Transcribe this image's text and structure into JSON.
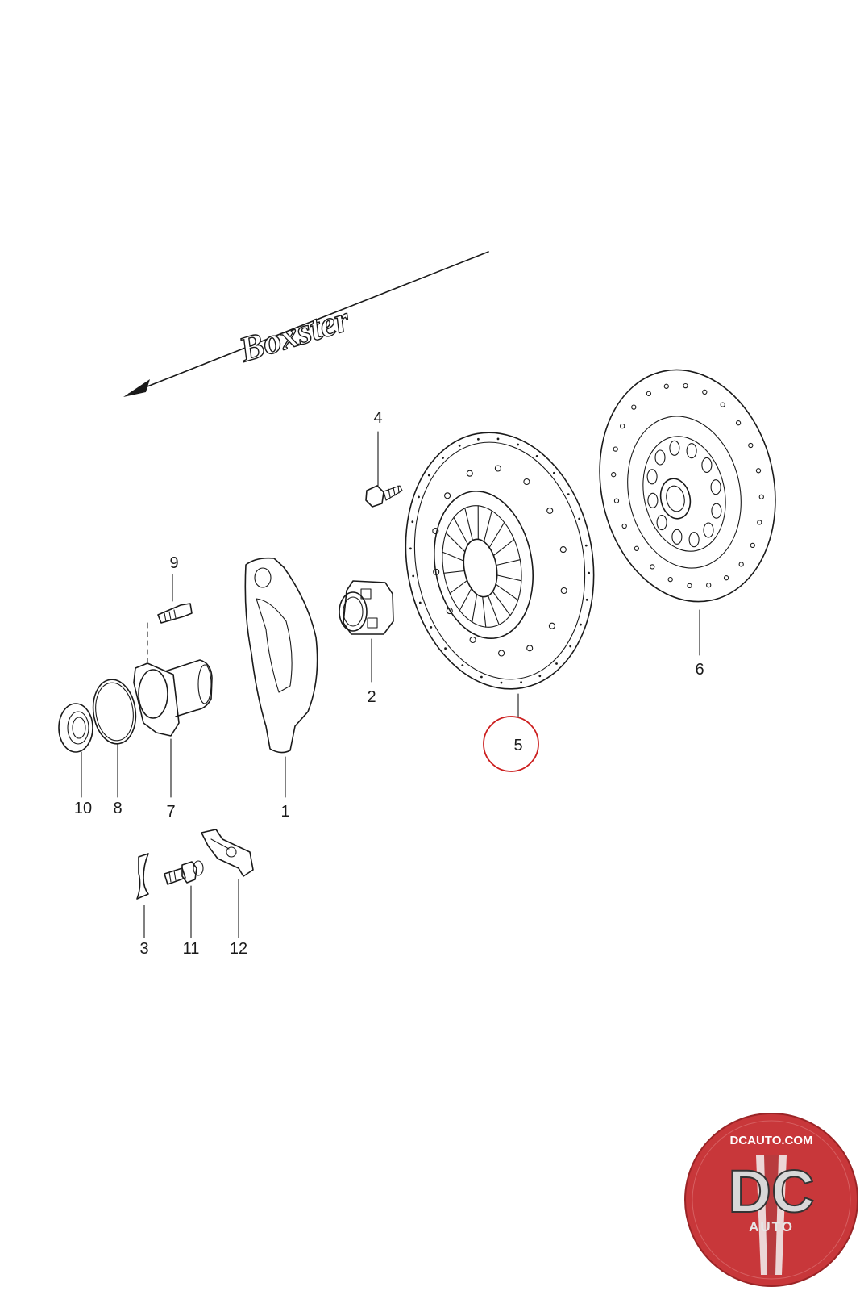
{
  "brand": {
    "model_script": "Boxster",
    "logo_site": "DCAUTO.COM",
    "logo_initials": "DC",
    "logo_word": "AUTO",
    "logo_color": "#c8373a"
  },
  "highlight": {
    "part": "5",
    "color": "#cc1f1f"
  },
  "parts": [
    {
      "number": "1",
      "name": "release-lever"
    },
    {
      "number": "2",
      "name": "release-bearing"
    },
    {
      "number": "3",
      "name": "retaining-spring"
    },
    {
      "number": "4",
      "name": "bolt"
    },
    {
      "number": "5",
      "name": "pressure-plate"
    },
    {
      "number": "6",
      "name": "clutch-disc"
    },
    {
      "number": "7",
      "name": "guide-tube"
    },
    {
      "number": "8",
      "name": "o-ring"
    },
    {
      "number": "9",
      "name": "screw"
    },
    {
      "number": "10",
      "name": "shaft-seal"
    },
    {
      "number": "11",
      "name": "ball-stud"
    },
    {
      "number": "12",
      "name": "bracket"
    }
  ]
}
